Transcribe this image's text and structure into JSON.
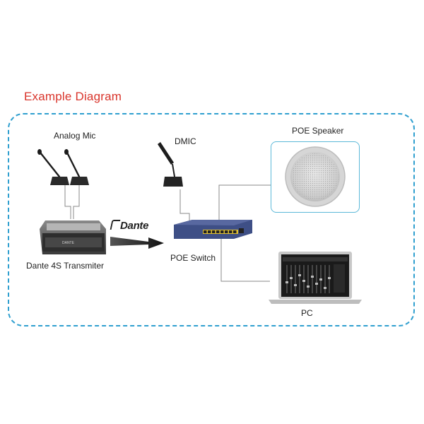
{
  "diagram": {
    "title": "Example Diagram",
    "labels": {
      "analog_mic": "Analog Mic",
      "dmic": "DMIC",
      "poe_speaker": "POE Speaker",
      "dante_transmitter": "Dante 4S Transmiter",
      "poe_switch": "POE Switch",
      "pc": "PC",
      "dante_logo": "Dante"
    },
    "colors": {
      "title": "#d9342b",
      "frame": "#2f9fcf",
      "connector": "#8a8a8a",
      "switch_body": "#3e4f86"
    }
  }
}
